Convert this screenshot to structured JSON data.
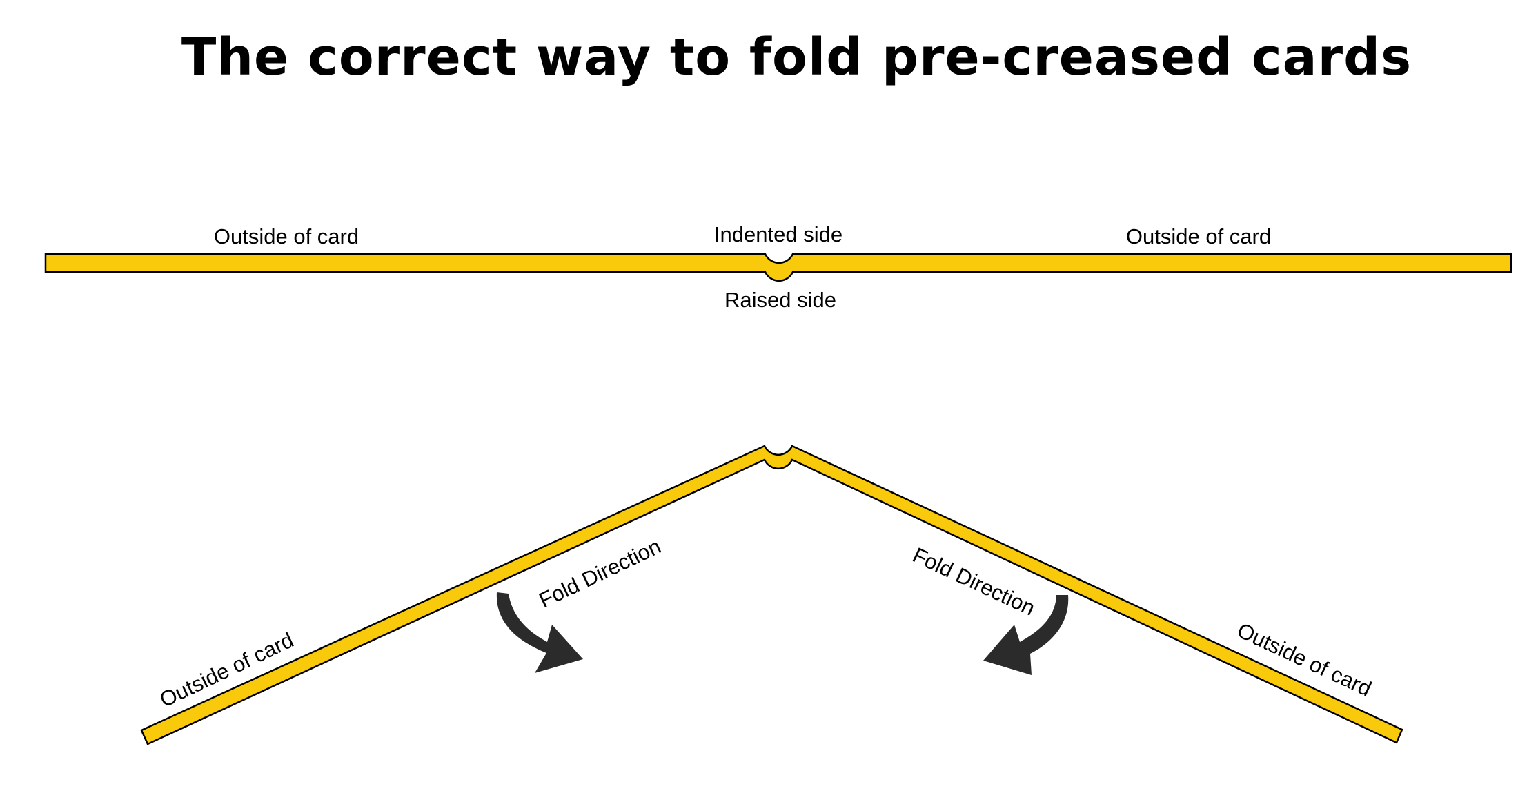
{
  "title": "The correct way to fold pre-creased cards",
  "colors": {
    "card": "#F9C90C",
    "outline": "#000000",
    "arrow": "#2B2B2B"
  },
  "flat_card": {
    "left_label": "Outside of card",
    "right_label": "Outside of card",
    "top_center_label": "Indented side",
    "bottom_center_label": "Raised side"
  },
  "folded_card": {
    "left_label": "Outside of card",
    "right_label": "Outside of card",
    "left_direction_label": "Fold Direction",
    "right_direction_label": "Fold Direction",
    "icons": [
      "curved-arrow-left",
      "curved-arrow-right"
    ]
  }
}
